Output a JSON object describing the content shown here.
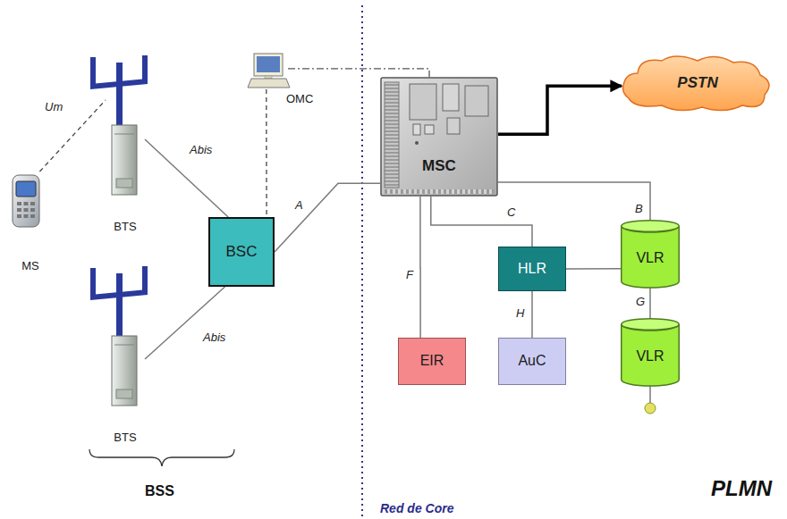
{
  "diagram": {
    "nodes": [
      {
        "text": [
          "MS"
        ]
      },
      {
        "text": [
          "BTS"
        ]
      },
      {
        "text": [
          "OMC"
        ]
      },
      {
        "text": [
          "MSC"
        ]
      },
      {
        "text": [
          "PSTN"
        ]
      },
      {
        "text": [
          "BSC"
        ]
      },
      {
        "text": [
          "HLR"
        ]
      },
      {
        "text": [
          "VLR"
        ]
      },
      {
        "text": [
          "BTS"
        ]
      },
      {
        "text": [
          "EIR"
        ]
      },
      {
        "text": [
          "AuC"
        ]
      },
      {
        "text": [
          "VLR"
        ]
      }
    ],
    "edges": [
      {
        "from": 0,
        "to": 1,
        "label": "Um",
        "arrow": "none"
      },
      {
        "from": 1,
        "to": 5,
        "label": "Abis",
        "arrow": "none"
      },
      {
        "from": 8,
        "to": 5,
        "label": "Abis",
        "arrow": "none"
      },
      {
        "from": 5,
        "to": 3,
        "label": "A",
        "arrow": "none"
      },
      {
        "from": 2,
        "to": 5,
        "arrow": "none"
      },
      {
        "from": 2,
        "to": 3,
        "arrow": "none"
      },
      {
        "from": 3,
        "to": 4,
        "arrow": "to"
      },
      {
        "from": 3,
        "to": 6,
        "label": "C",
        "arrow": "none"
      },
      {
        "from": 3,
        "to": 7,
        "label": "B",
        "arrow": "none"
      },
      {
        "from": 3,
        "to": 9,
        "label": "F",
        "arrow": "none"
      },
      {
        "from": 6,
        "to": 10,
        "label": "H",
        "arrow": "none"
      },
      {
        "from": 6,
        "to": 7,
        "arrow": "none"
      },
      {
        "from": 7,
        "to": 11,
        "label": "G",
        "arrow": "none"
      }
    ],
    "labels": [
      "BSS",
      "Red de Core",
      "PLMN"
    ]
  }
}
